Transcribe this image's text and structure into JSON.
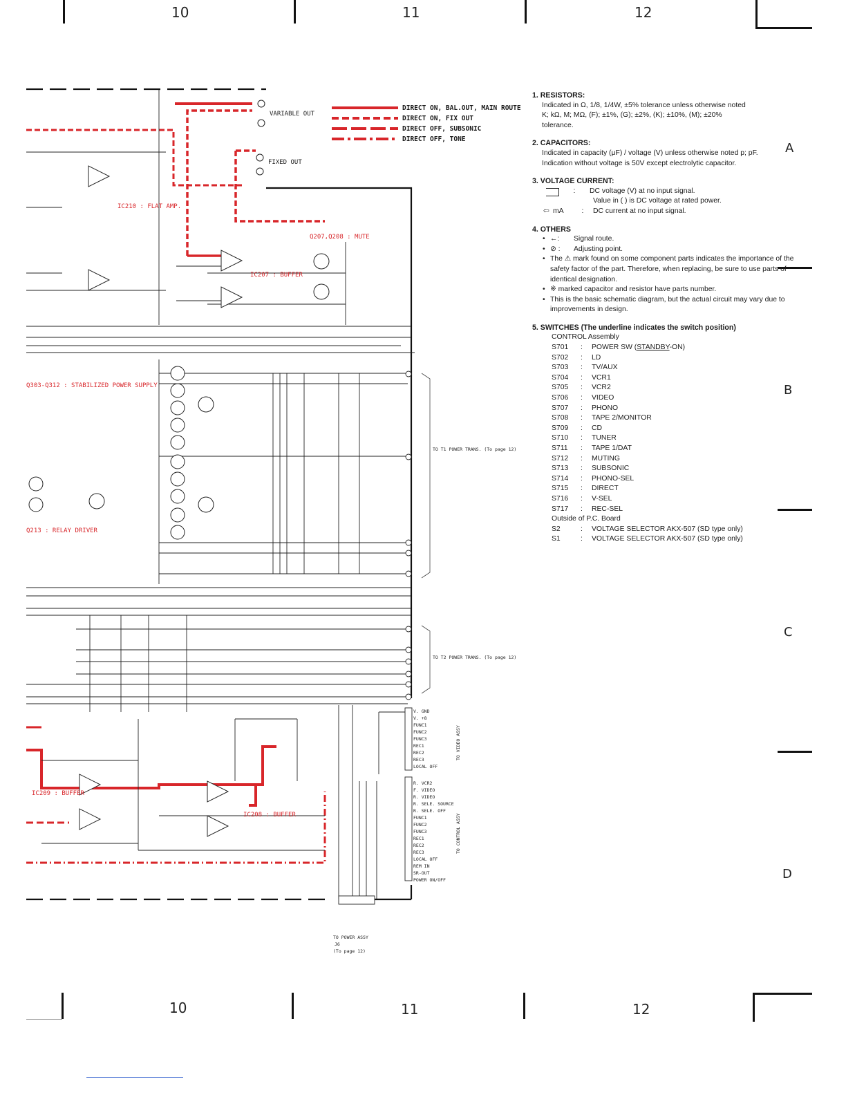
{
  "columns_top": [
    "10",
    "11",
    "12"
  ],
  "columns_bottom": [
    "10",
    "11",
    "12"
  ],
  "rows": [
    "A",
    "B",
    "C",
    "D"
  ],
  "legend": [
    {
      "label": "DIRECT ON, BAL.OUT, MAIN ROUTE",
      "style": "solid"
    },
    {
      "label": "DIRECT ON, FIX OUT",
      "style": "dash-short"
    },
    {
      "label": "DIRECT OFF, SUBSONIC",
      "style": "dash-long"
    },
    {
      "label": "DIRECT OFF, TONE",
      "style": "dash-dot"
    }
  ],
  "colors": {
    "signal": "#d8262a",
    "ink": "#1a1a1a"
  },
  "schematic_labels": {
    "variable_out": "VARIABLE OUT",
    "fixed_out": "FIXED OUT",
    "ic210": "IC210 : FLAT AMP.",
    "q207_q208": "Q207,Q208 : MUTE",
    "ic207": "IC207 : BUFFER",
    "power_supply": "Q303-Q312 : STABILIZED POWER SUPPLY",
    "relay_driver": "Q213 : RELAY DRIVER",
    "ic209": "IC209 : BUFFER",
    "ic208": "IC208 : BUFFER",
    "to_t1": "TO T1 POWER TRANS. (To page 12)",
    "to_t2": "TO T2 POWER TRANS. (To page 12)",
    "to_video": "TO VIDEO ASSY",
    "to_control": "TO CONTROL ASSY",
    "to_power": "TO POWER ASSY",
    "to_power_conn": "J6",
    "to_power_page": "(To page 12)",
    "j7_pins": [
      "V. GND",
      "V. +8",
      "FUNC1",
      "FUNC2",
      "FUNC3",
      "REC1",
      "REC2",
      "REC3",
      "LOCAL OFF"
    ],
    "cn1_pins": [
      "R. VCR2",
      "F. VIDEO",
      "R. VIDEO",
      "R. SELE. SOURCE",
      "R. SELE. OFF",
      "FUNC1",
      "FUNC2",
      "FUNC3",
      "REC1",
      "REC2",
      "REC3",
      "LOCAL OFF",
      "REM IN",
      "SR-OUT",
      "POWER ON/OFF"
    ]
  },
  "notes": {
    "resistors": {
      "title": "1. RESISTORS:",
      "lines": [
        "Indicated in Ω, 1/8, 1/4W, ±5% tolerance unless otherwise noted",
        "K; kΩ, M; MΩ, (F); ±1%, (G); ±2%, (K); ±10%, (M); ±20%",
        "tolerance."
      ]
    },
    "capacitors": {
      "title": "2. CAPACITORS:",
      "lines": [
        "Indicated in capacity (μF) / voltage (V) unless otherwise noted p; pF.",
        "Indication without voltage is 50V except electrolytic capacitor."
      ]
    },
    "voltage": {
      "title": "3. VOLTAGE CURRENT:",
      "lines": [
        "DC voltage (V) at no input signal.",
        "Value in (        ) is DC voltage at rated power.",
        "DC current at no input signal."
      ],
      "ma_label": "mA"
    },
    "others": {
      "title": "4. OTHERS",
      "items": [
        "Signal route.",
        "Adjusting point.",
        "The ⚠ mark found on some component parts indicates the importance of the safety factor of the part. Therefore, when replacing, be sure to use parts of identical designation.",
        "※ marked capacitor and resistor have parts number.",
        "This is the basic schematic diagram, but the actual circuit may vary due to improvements in design."
      ]
    },
    "switches": {
      "title": "5. SWITCHES (The underline indicates the switch position)",
      "assembly": "CONTROL Assembly",
      "list": [
        {
          "id": "S701",
          "name": "POWER SW (STANDBY-ON)"
        },
        {
          "id": "S702",
          "name": "LD"
        },
        {
          "id": "S703",
          "name": "TV/AUX"
        },
        {
          "id": "S704",
          "name": "VCR1"
        },
        {
          "id": "S705",
          "name": "VCR2"
        },
        {
          "id": "S706",
          "name": "VIDEO"
        },
        {
          "id": "S707",
          "name": "PHONO"
        },
        {
          "id": "S708",
          "name": "TAPE 2/MONITOR"
        },
        {
          "id": "S709",
          "name": "CD"
        },
        {
          "id": "S710",
          "name": "TUNER"
        },
        {
          "id": "S711",
          "name": "TAPE 1/DAT"
        },
        {
          "id": "S712",
          "name": "MUTING"
        },
        {
          "id": "S713",
          "name": "SUBSONIC"
        },
        {
          "id": "S714",
          "name": "PHONO-SEL"
        },
        {
          "id": "S715",
          "name": "DIRECT"
        },
        {
          "id": "S716",
          "name": "V-SEL"
        },
        {
          "id": "S717",
          "name": "REC-SEL"
        }
      ],
      "outside": "Outside of P.C. Board",
      "outside_list": [
        {
          "id": "S2",
          "name": "VOLTAGE SELECTOR  AKX-507 (SD type only)"
        },
        {
          "id": "S1",
          "name": "VOLTAGE SELECTOR  AKX-507 (SD type only)"
        }
      ]
    }
  }
}
